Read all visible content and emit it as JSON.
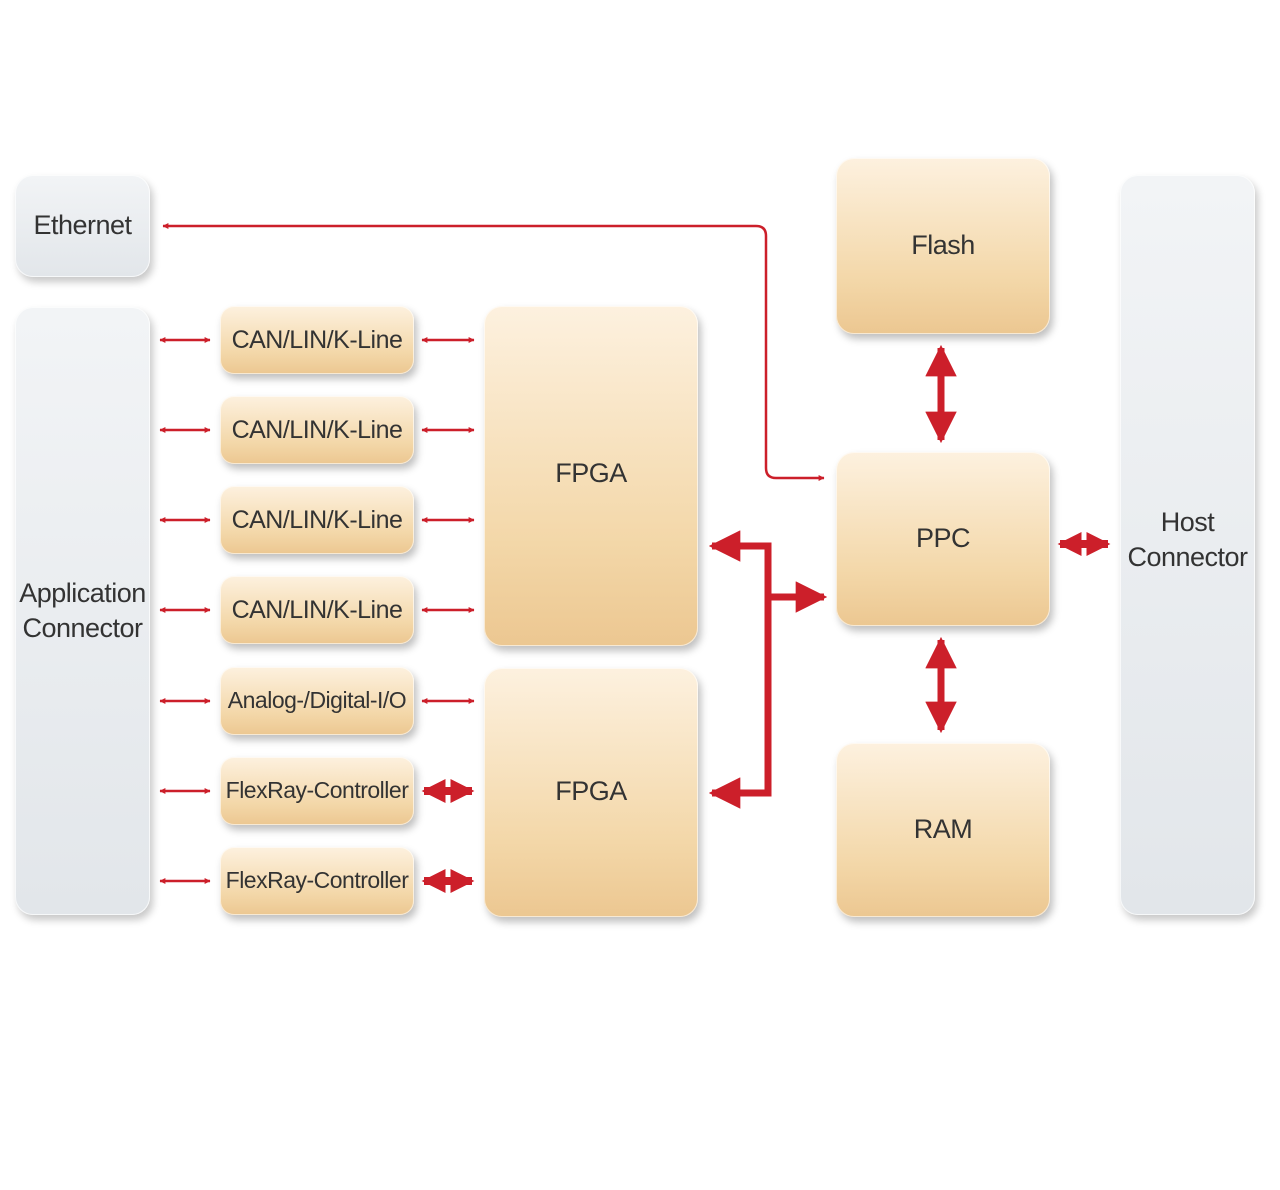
{
  "left": {
    "ethernet": "Ethernet",
    "application_connector": "Application\nConnector"
  },
  "interfaces": [
    "CAN/LIN/K-Line",
    "CAN/LIN/K-Line",
    "CAN/LIN/K-Line",
    "CAN/LIN/K-Line",
    "Analog-/Digital-I/O",
    "FlexRay-Controller",
    "FlexRay-Controller"
  ],
  "fpga_top": "FPGA",
  "fpga_bottom": "FPGA",
  "flash": "Flash",
  "ppc": "PPC",
  "ram": "RAM",
  "host_connector": "Host\nConnector",
  "colors": {
    "arrow": "#cc1f2a",
    "module_fill": "#f3d7a8",
    "connector_fill": "#e6eaee"
  }
}
